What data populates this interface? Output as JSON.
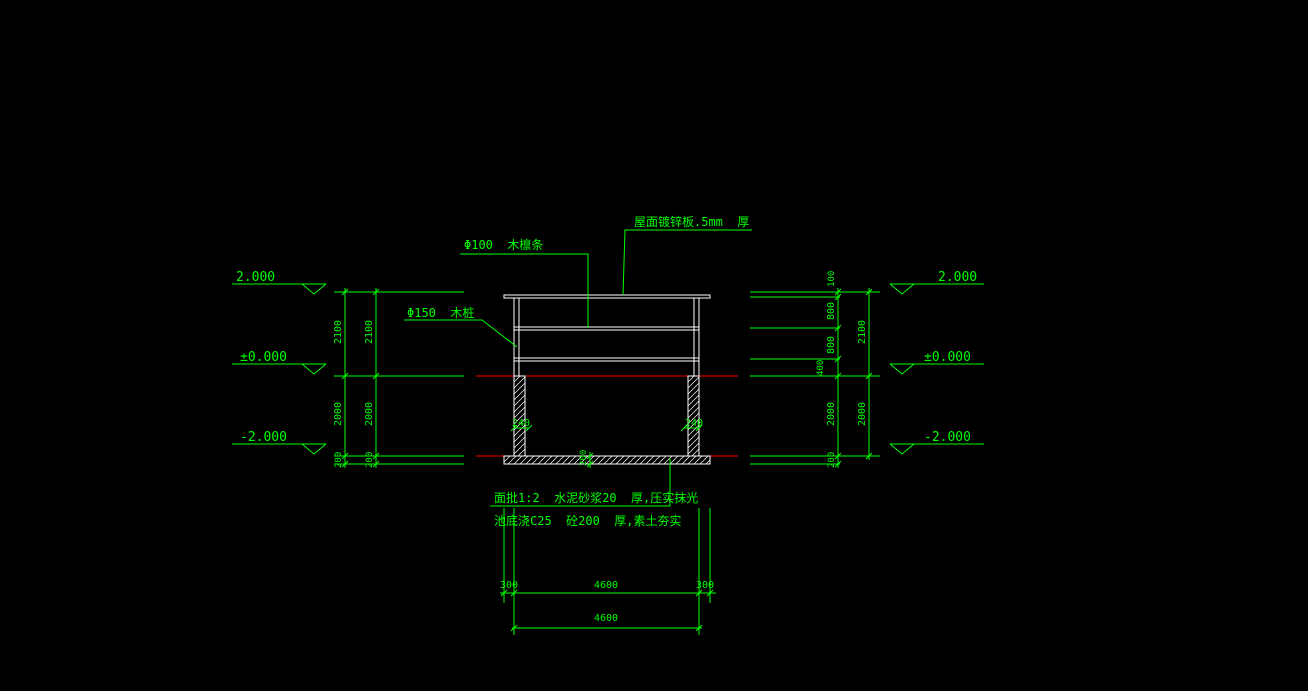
{
  "colors": {
    "background": "#000000",
    "structure": "#ffffff",
    "dimension": "#00ff00",
    "ground_line": "#ff0000"
  },
  "elevations": {
    "left": {
      "top": "2.000",
      "ground": "±0.000",
      "bottom": "-2.000"
    },
    "right": {
      "top": "2.000",
      "ground": "±0.000",
      "bottom": "-2.000"
    }
  },
  "dimensions": {
    "left_outer": {
      "upper": "2100",
      "lower": "2000",
      "base": "200"
    },
    "left_inner": {
      "upper": "2100",
      "lower": "2000",
      "base": "200"
    },
    "right_chain": {
      "top": "100",
      "rail1": "800",
      "rail2": "800",
      "rail3": "400",
      "lower": "2000",
      "base": "200"
    },
    "right_outer": {
      "upper": "2100",
      "lower": "2000"
    },
    "wall_left": "240",
    "wall_right": "240",
    "slab_thickness": "200",
    "bottom_row1": {
      "left": "300",
      "middle": "4600",
      "right": "300"
    },
    "bottom_row2": {
      "total": "4600"
    }
  },
  "annotations": {
    "roof": "屋面镀锌板.5mm  厚",
    "purlin": "Φ100  木檩条",
    "column": "Φ150  木桩",
    "floor_finish": "面批1:2  水泥砂浆20  厚,压实抹光",
    "floor_base": "池底浇C25  砼200  厚,素土夯实"
  }
}
